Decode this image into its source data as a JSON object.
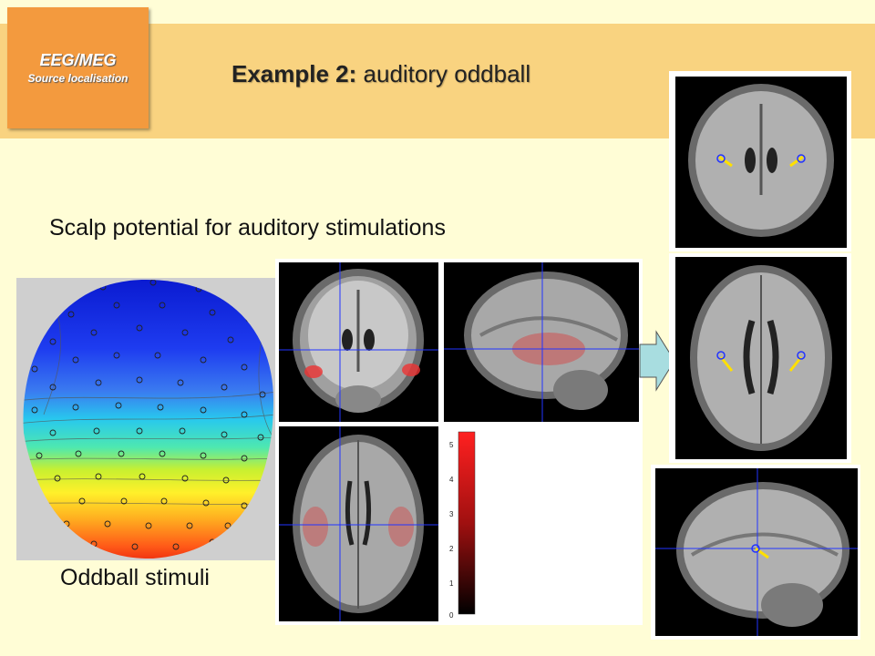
{
  "badge": {
    "line1": "EEG/MEG",
    "line2": "Source localisation"
  },
  "title": {
    "bold": "Example 2:",
    "rest": " auditory oddball"
  },
  "subtitle": "Scalp potential for auditory stimulations",
  "caption": "Oddball stimuli",
  "colorbar": {
    "ticks": [
      "5",
      "4",
      "3",
      "2",
      "1",
      "0"
    ]
  },
  "colors": {
    "banner": "#f9d380",
    "badge": "#f39a3e",
    "background": "#fffdd6",
    "arrow": "#a8dde0"
  }
}
